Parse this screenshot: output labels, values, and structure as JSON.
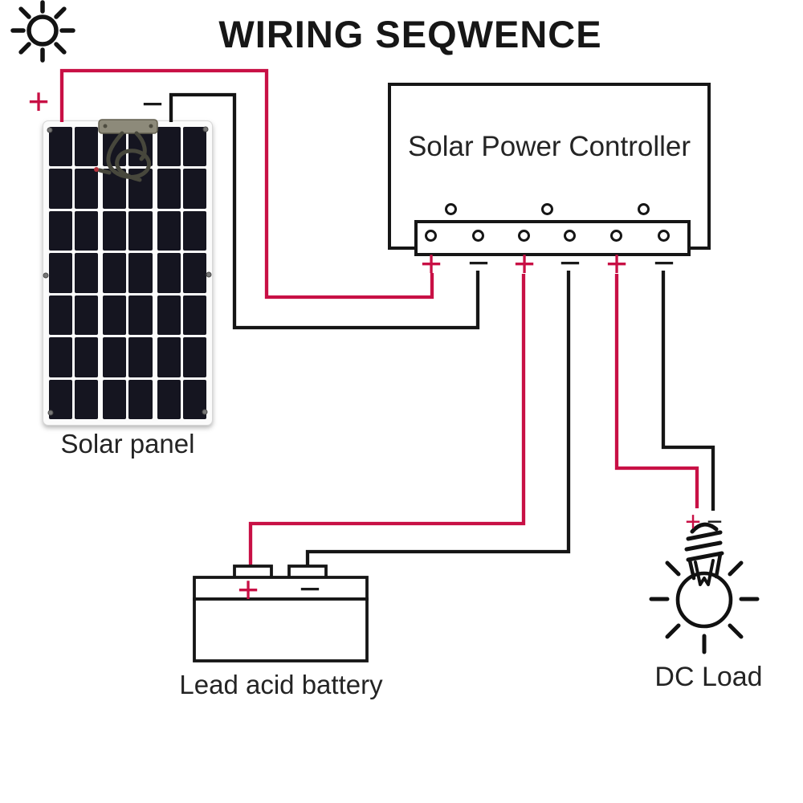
{
  "title": "WIRING SEQWENCE",
  "symbols": {
    "plus": "+",
    "minus": "−"
  },
  "colors": {
    "wire-positive": "#c81045",
    "wire-negative": "#151515",
    "panel-cell": "#151520",
    "junction-box": "#8d8a7a",
    "cable": "#47473c",
    "ink": "#161616"
  },
  "components": {
    "sun": {
      "icon": "sun-icon"
    },
    "solar_panel": {
      "label": "Solar panel"
    },
    "controller": {
      "label": "Solar Power Controller",
      "terminals": [
        "+",
        "−",
        "+",
        "−",
        "+",
        "−"
      ],
      "indicator_count": 3
    },
    "battery": {
      "label": "Lead acid battery"
    },
    "dc_load": {
      "label": "DC Load",
      "icon": "light-bulb-icon"
    }
  },
  "wires": [
    {
      "polarity": "+",
      "from": "solar-panel-positive",
      "to": "controller-terminal-1"
    },
    {
      "polarity": "−",
      "from": "solar-panel-negative",
      "to": "controller-terminal-2"
    },
    {
      "polarity": "+",
      "from": "controller-terminal-3",
      "to": "battery-positive"
    },
    {
      "polarity": "−",
      "from": "controller-terminal-4",
      "to": "battery-negative"
    },
    {
      "polarity": "+",
      "from": "controller-terminal-5",
      "to": "dc-load-positive"
    },
    {
      "polarity": "−",
      "from": "controller-terminal-6",
      "to": "dc-load-negative"
    }
  ]
}
